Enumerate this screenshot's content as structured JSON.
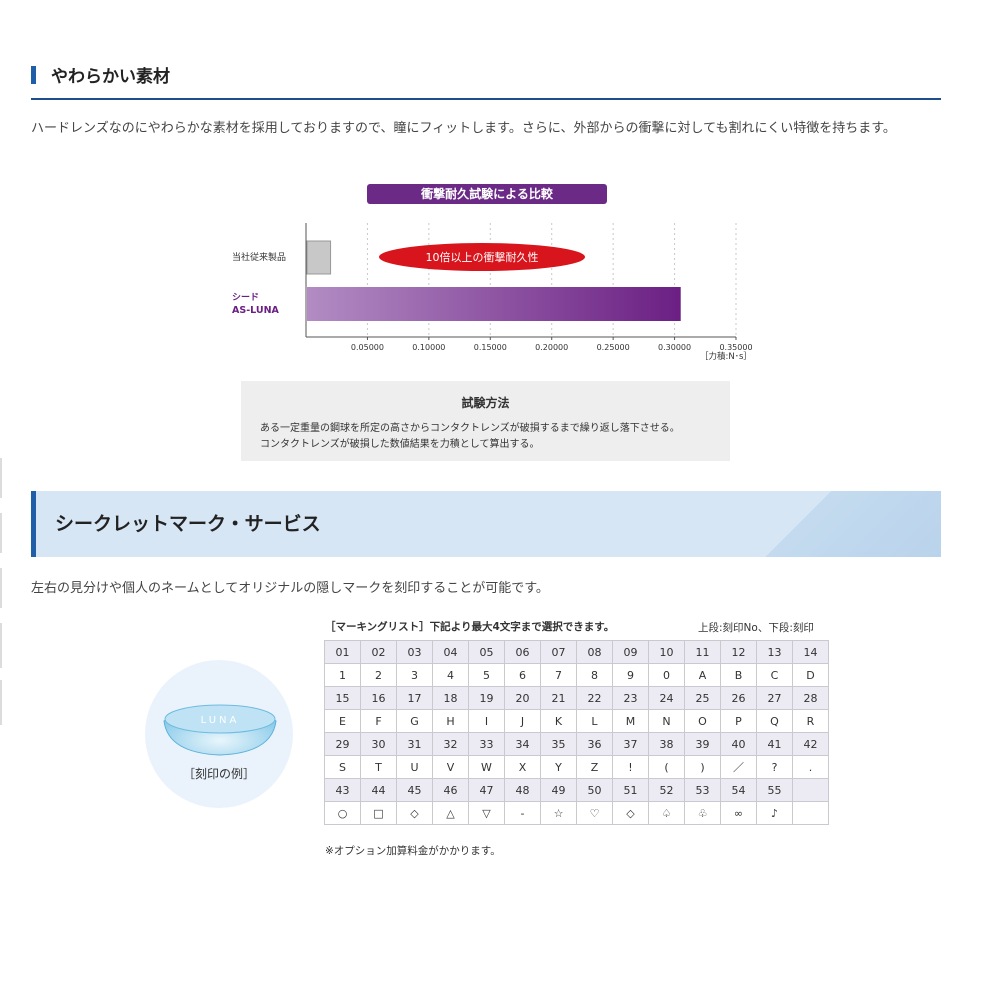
{
  "section1": {
    "heading": "やわらかい素材",
    "paragraph": "ハードレンズなのにやわらかな素材を採用しておりますので、瞳にフィットします。さらに、外部からの衝撃に対しても割れにくい特徴を持ちます。"
  },
  "chart_data": {
    "type": "bar",
    "title": "衝撃耐久試験による比較",
    "categories": [
      "当社従来製品",
      "シード AS-LUNA"
    ],
    "values": [
      0.02,
      0.305
    ],
    "xticks": [
      "0.05000",
      "0.10000",
      "0.15000",
      "0.20000",
      "0.25000",
      "0.30000",
      "0.35000"
    ],
    "xlim": [
      0,
      0.35
    ],
    "unit": "［力積:N･s］",
    "annotation": "10倍以上の衝撃耐久性",
    "grid": true,
    "colors": {
      "conventional": "#c8c8c8",
      "luna": "#6b1f83",
      "annotation": "#d8141c"
    }
  },
  "method": {
    "title": "試験方法",
    "line1": "ある一定重量の鋼球を所定の高さからコンタクトレンズが破損するまで繰り返し落下させる。",
    "line2": "コンタクトレンズが破損した数値結果を力積として算出する。"
  },
  "section2": {
    "heading": "シークレットマーク・サービス",
    "paragraph": "左右の見分けや個人のネームとしてオリジナルの隠しマークを刻印することが可能です。"
  },
  "lens": {
    "engraving": "LUNA",
    "caption": "［刻印の例］"
  },
  "marking": {
    "heading": "［マーキングリスト］下記より最大4文字まで選択できます。",
    "subnote": "上段:刻印No、下段:刻印",
    "rows": [
      [
        "01",
        "02",
        "03",
        "04",
        "05",
        "06",
        "07",
        "08",
        "09",
        "10",
        "11",
        "12",
        "13",
        "14"
      ],
      [
        "1",
        "2",
        "3",
        "4",
        "5",
        "6",
        "7",
        "8",
        "9",
        "0",
        "A",
        "B",
        "C",
        "D"
      ],
      [
        "15",
        "16",
        "17",
        "18",
        "19",
        "20",
        "21",
        "22",
        "23",
        "24",
        "25",
        "26",
        "27",
        "28"
      ],
      [
        "E",
        "F",
        "G",
        "H",
        "I",
        "J",
        "K",
        "L",
        "M",
        "N",
        "O",
        "P",
        "Q",
        "R"
      ],
      [
        "29",
        "30",
        "31",
        "32",
        "33",
        "34",
        "35",
        "36",
        "37",
        "38",
        "39",
        "40",
        "41",
        "42"
      ],
      [
        "S",
        "T",
        "U",
        "V",
        "W",
        "X",
        "Y",
        "Z",
        "!",
        "(",
        ")",
        "／",
        "?",
        "."
      ],
      [
        "43",
        "44",
        "45",
        "46",
        "47",
        "48",
        "49",
        "50",
        "51",
        "52",
        "53",
        "54",
        "55",
        ""
      ],
      [
        "○",
        "□",
        "◇",
        "△",
        "▽",
        "-",
        "☆",
        "♡",
        "◇",
        "♤",
        "♧",
        "∞",
        "♪",
        ""
      ]
    ],
    "footnote": "※オプション加算料金がかかります。"
  }
}
